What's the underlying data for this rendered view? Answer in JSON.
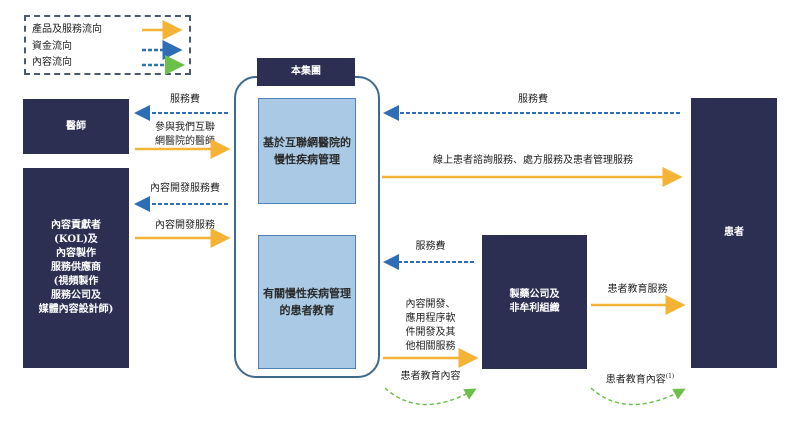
{
  "legend": {
    "items": [
      {
        "label": "產品及服務流向",
        "type": "product-service-flow",
        "color": "#f5b335"
      },
      {
        "label": "資金流向",
        "type": "fund-flow",
        "color": "#2e6eb5"
      },
      {
        "label": "內容流向",
        "type": "content-flow",
        "color": "#2e6eb5",
        "head_color": "#5cb04a"
      }
    ]
  },
  "colors": {
    "dark_box": "#2d2f52",
    "light_box": "#a9c9e4",
    "orange_arrow": "#f5b335",
    "blue_arrow": "#2e6eb5",
    "green_arrow": "#6cc04a",
    "group_border": "#3e6a8e"
  },
  "nodes": {
    "doctors": "醫師",
    "kol": "內容貢獻者\n(KOL)及\n內容製作\n服務供應商\n(視頻製作\n服務公司及\n媒體內容設計師)",
    "group_title": "本集團",
    "internet_hospital": "基於互聯網醫院的\n慢性疾病管理",
    "patient_education": "有關慢性疾病管理\n的患者教育",
    "pharma": "製藥公司及\n非牟利組織",
    "patients": "患者"
  },
  "flows": {
    "doctor_service_fee": "服務費",
    "doctor_participation": "參與我們互聯\n網醫院的醫師",
    "kol_content_fee": "內容開發服務費",
    "kol_content_service": "內容開發服務",
    "patient_service_fee": "服務費",
    "patient_online_services": "線上患者諮詢服務、處方服務及患者管理服務",
    "pharma_service_fee": "服務費",
    "pharma_dev_services": "內容開發、\n應用程序軟\n件開發及其\n他相關服務",
    "pharma_education_content": "患者教育內容",
    "patient_education_service": "患者教育服務",
    "patient_education_content": "患者教育內容",
    "patient_education_content_note": "(1)"
  }
}
